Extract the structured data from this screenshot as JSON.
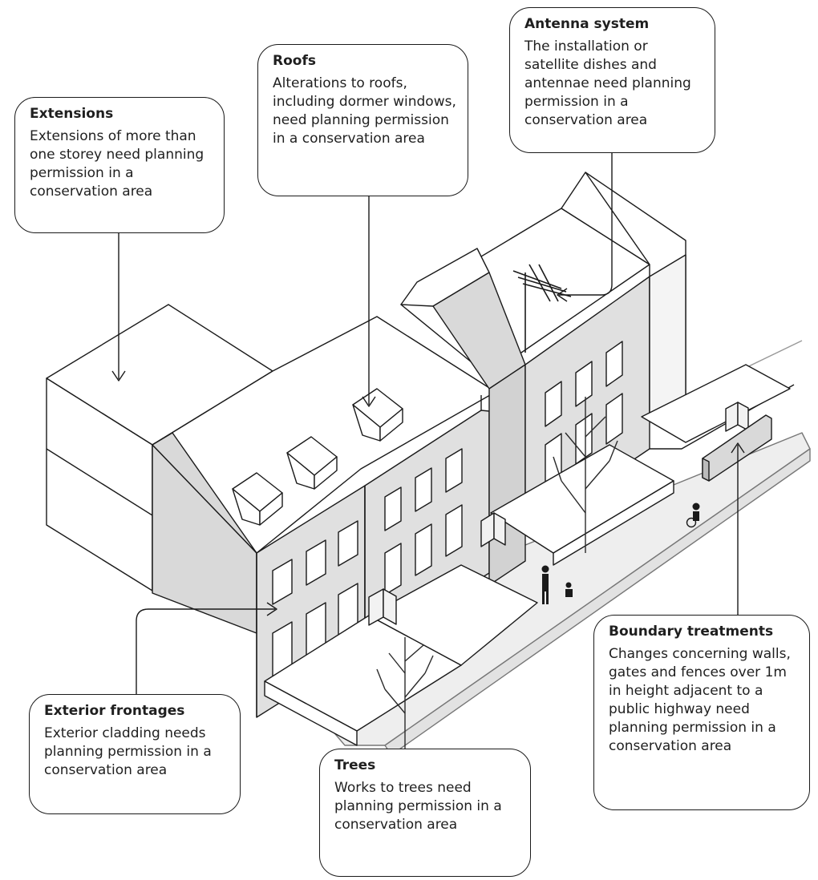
{
  "callouts": {
    "extensions": {
      "title": "Extensions",
      "text": "Extensions of more than one storey need planning permission in a conservation area"
    },
    "roofs": {
      "title": "Roofs",
      "text": "Alterations to roofs, including dormer windows, need planning permission in a conservation area"
    },
    "antenna": {
      "title": "Antenna system",
      "text": "The installation or satellite dishes and antennae need planning permission in a conservation area"
    },
    "boundary": {
      "title": "Boundary treatments",
      "text": "Changes concerning walls, gates and fences over 1m in height adjacent to a public highway need planning permission in a conservation area"
    },
    "exterior": {
      "title": "Exterior frontages",
      "text": "Exterior cladding needs planning permission in a conservation area"
    },
    "trees": {
      "title": "Trees",
      "text": "Works to trees need planning permission in a conservation area"
    }
  },
  "colors": {
    "line": "#1a1a1a",
    "wall_shade": "#d9d9d9",
    "roof": "#ffffff",
    "paving": "#eeeeee"
  }
}
